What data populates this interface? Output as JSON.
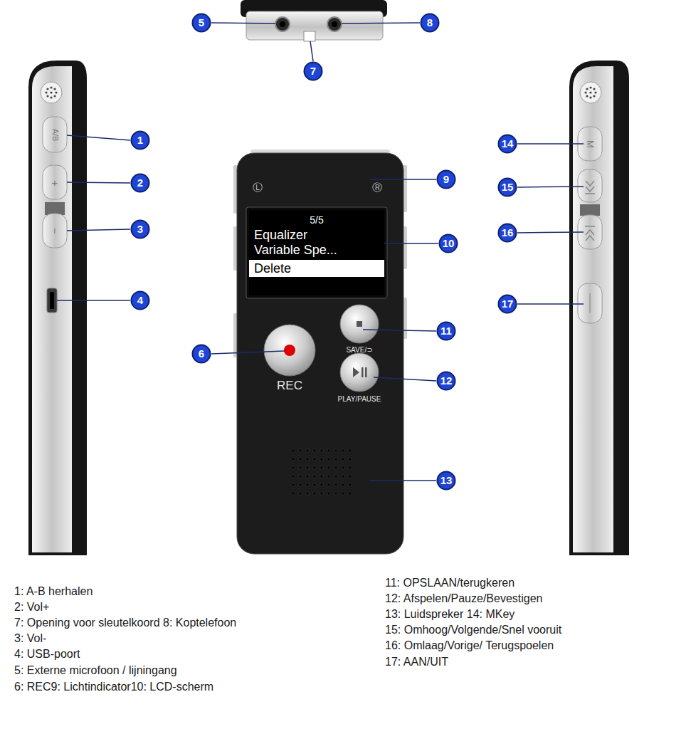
{
  "diagram": {
    "nodes": [
      {
        "text": [
          "1"
        ]
      },
      {
        "text": [
          "2"
        ]
      },
      {
        "text": [
          "3"
        ]
      },
      {
        "text": [
          "4"
        ]
      },
      {
        "text": [
          "5"
        ]
      },
      {
        "text": [
          "6"
        ]
      },
      {
        "text": [
          "7"
        ]
      },
      {
        "text": [
          "8"
        ]
      },
      {
        "text": [
          "9"
        ]
      },
      {
        "text": [
          "10"
        ]
      },
      {
        "text": [
          "11"
        ]
      },
      {
        "text": [
          "12"
        ]
      },
      {
        "text": [
          "13"
        ]
      },
      {
        "text": [
          "14"
        ]
      },
      {
        "text": [
          "15"
        ]
      },
      {
        "text": [
          "16"
        ]
      },
      {
        "text": [
          "17"
        ]
      },
      {
        "text": [
          "5/5",
          "Equalizer",
          "Variable Spe..."
        ]
      },
      {
        "text": [
          "Delete"
        ],
        "in": 17
      }
    ],
    "labels": [
      "Ⓛ",
      "Ⓡ",
      "REC",
      "SAVE/⊃",
      "PLAY/PAUSE",
      "A/B",
      "+",
      "−",
      "M",
      "1: A-B herhalen",
      "2: Vol+",
      "7: Opening voor sleutelkoord 8: Koptelefoon",
      "3: Vol-",
      "4: USB-poort",
      "5: Externe microfoon / lijningang",
      "6: REC9: Lichtindicator10: LCD-scherm",
      "11: OPSLAAN/terugkeren",
      "12: Afspelen/Pauze/Bevestigen",
      "13: Luidspreker 14: MKey",
      "15: Omhoog/Volgende/Snel vooruit",
      "16: Omlaag/Vorige/ Terugspoelen",
      "17: AAN/UIT"
    ]
  }
}
